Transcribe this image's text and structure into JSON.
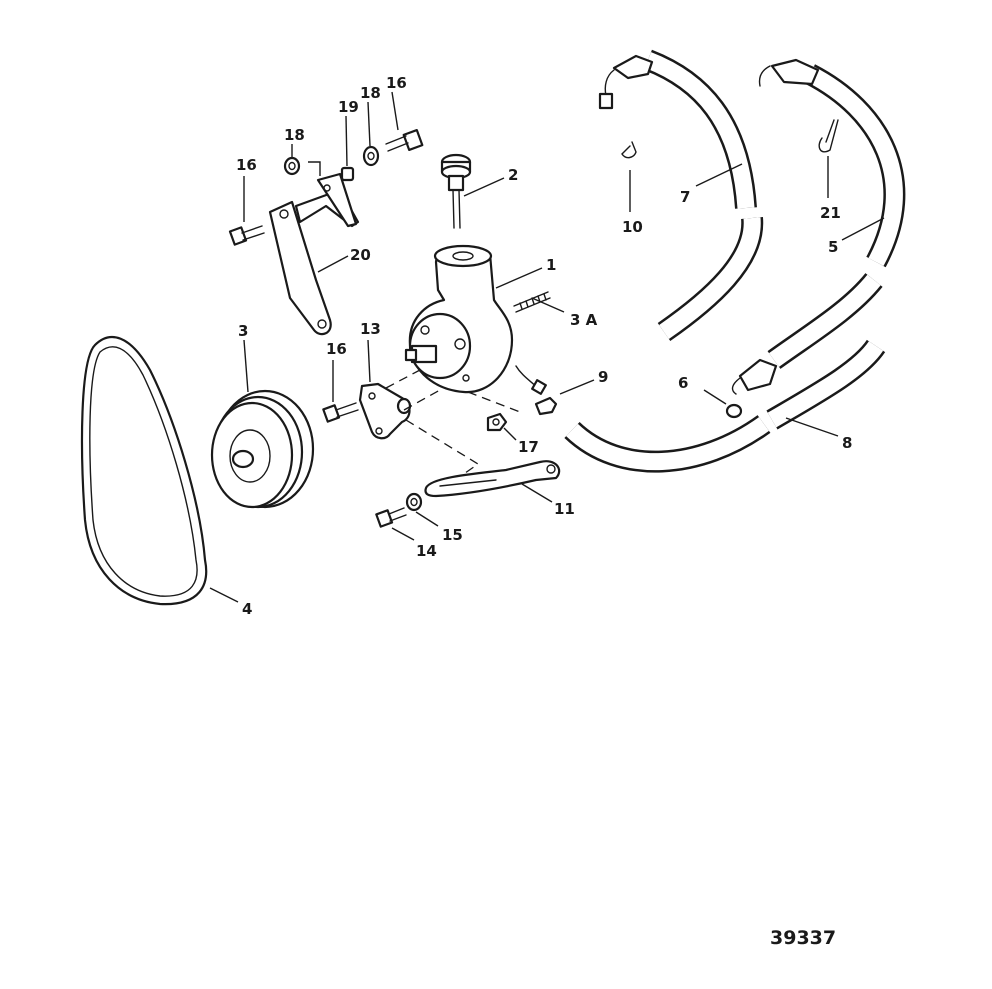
{
  "part_labels": {
    "l1": "1",
    "l2": "2",
    "l3": "3",
    "l3a": "3 A",
    "l4": "4",
    "l5": "5",
    "l6": "6",
    "l7": "7",
    "l8": "8",
    "l9": "9",
    "l10": "10",
    "l11": "11",
    "l13": "13",
    "l14": "14",
    "l15": "15",
    "l16a": "16",
    "l16b": "16",
    "l16c": "16",
    "l17": "17",
    "l18a": "18",
    "l18b": "18",
    "l19": "19",
    "l20": "20",
    "l21": "21"
  },
  "figure_number": "39337"
}
